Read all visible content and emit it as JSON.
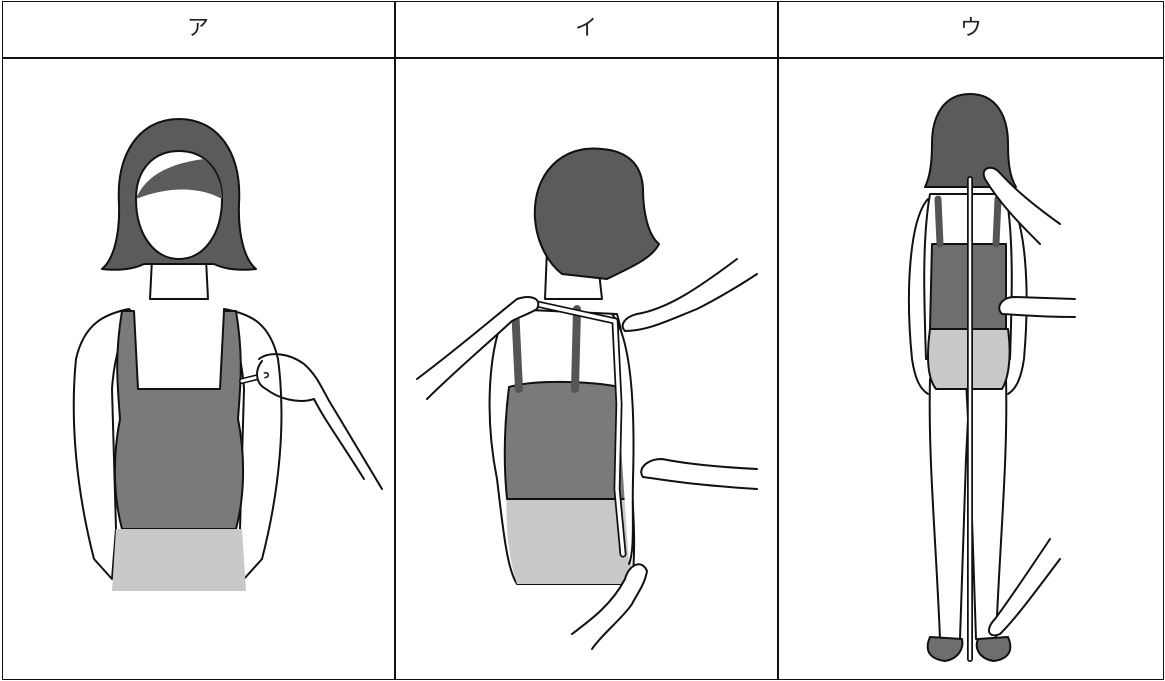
{
  "columns": [
    {
      "label": "ア"
    },
    {
      "label": "イ"
    },
    {
      "label": "ウ"
    }
  ]
}
